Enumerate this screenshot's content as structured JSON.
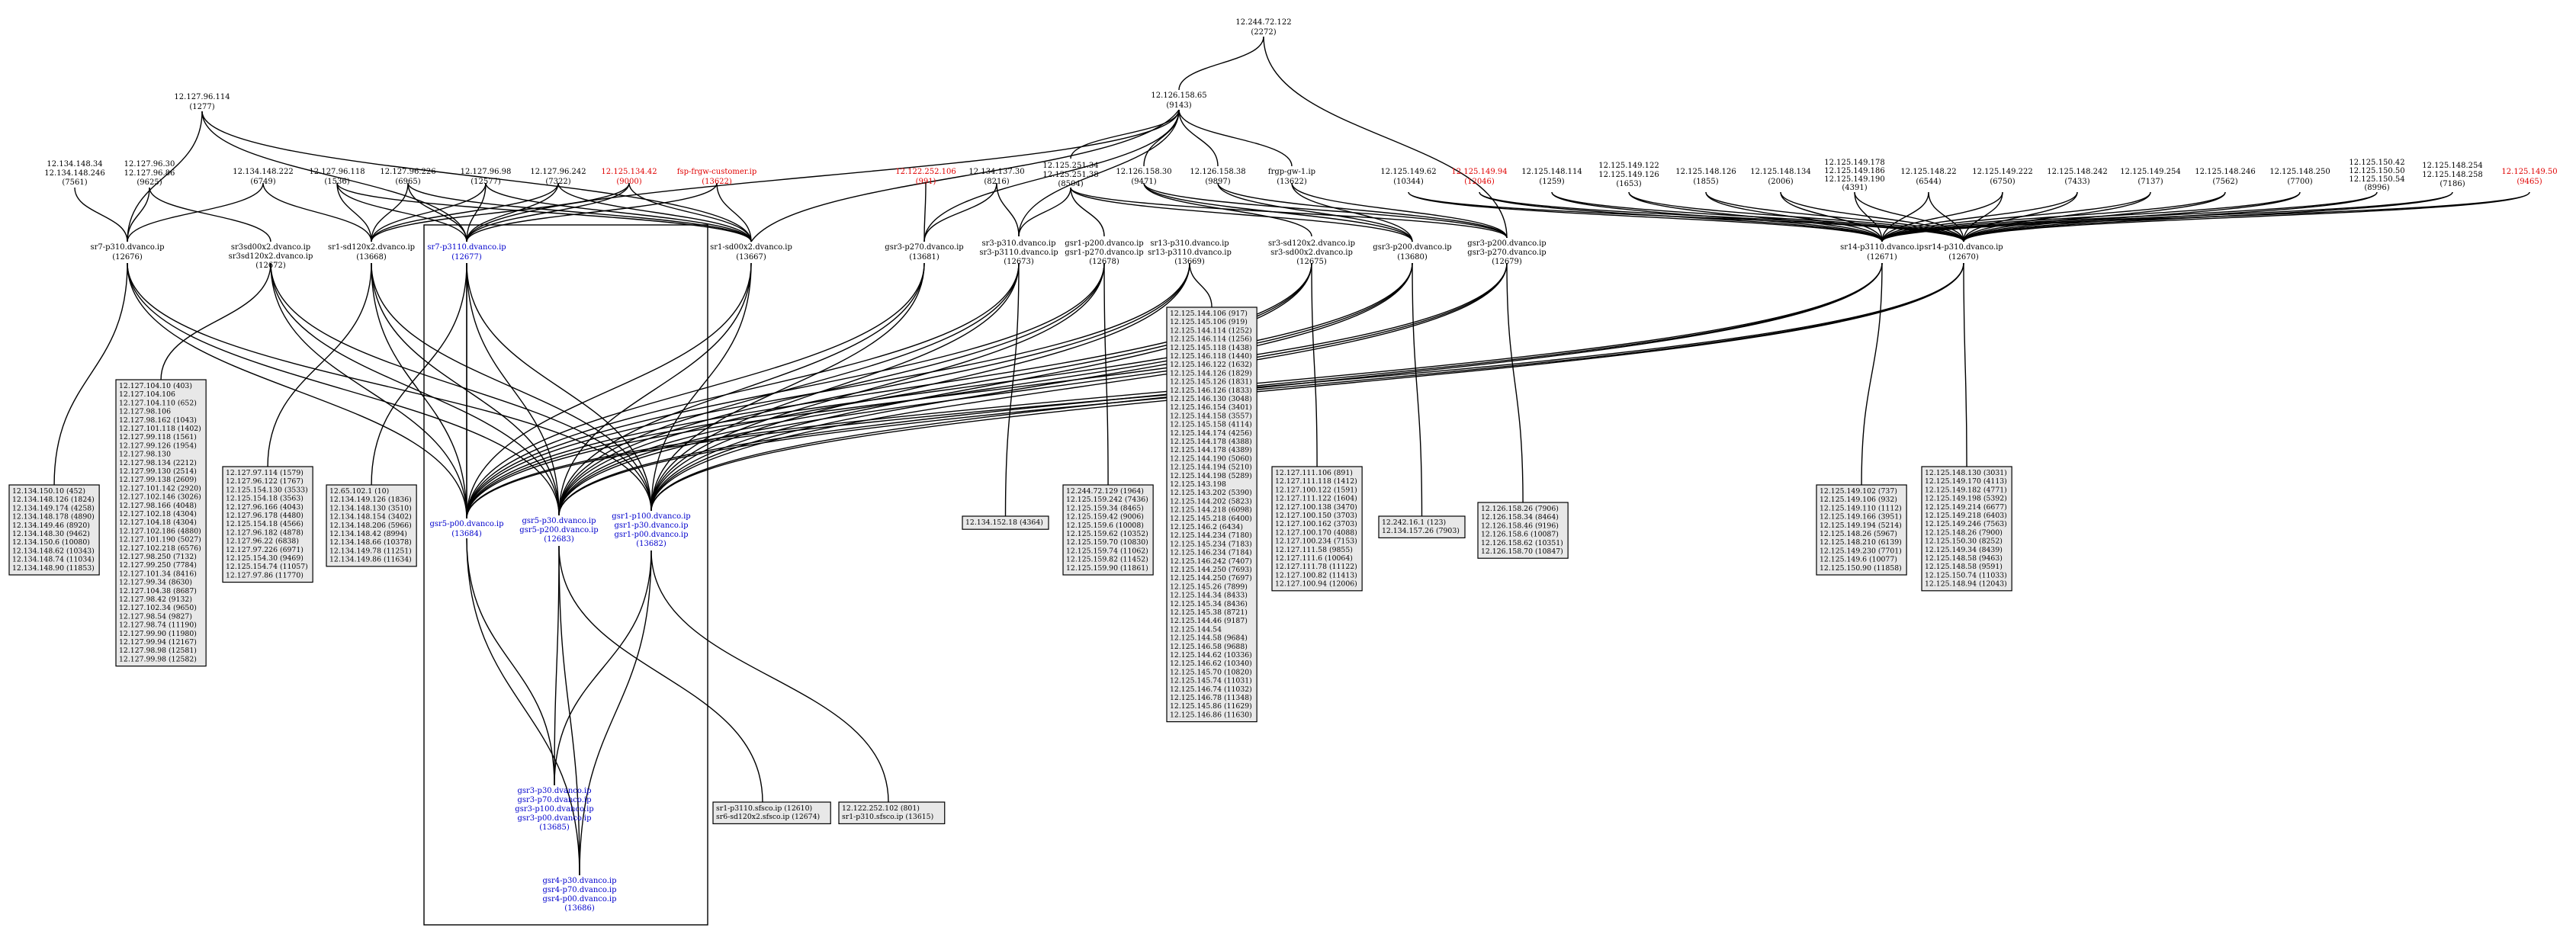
{
  "nodes": [
    {
      "id": "root",
      "lines": [
        "12.244.72.122",
        "(2272)"
      ],
      "color": "black"
    },
    {
      "id": "h9143",
      "lines": [
        "12.126.158.65",
        "(9143)"
      ],
      "color": "black"
    },
    {
      "id": "h1277",
      "lines": [
        "12.127.96.114",
        "(1277)"
      ],
      "color": "black"
    },
    {
      "id": "h7561",
      "lines": [
        "12.134.148.34",
        "12.134.148.246",
        "(7561)"
      ],
      "color": "black"
    },
    {
      "id": "h9625",
      "lines": [
        "12.127.96.30",
        "12.127.96.86",
        "(9625)"
      ],
      "color": "black"
    },
    {
      "id": "h6749",
      "lines": [
        "12.134.148.222",
        "(6749)"
      ],
      "color": "black"
    },
    {
      "id": "h1536",
      "lines": [
        "12.127.96.118",
        "(1536)"
      ],
      "color": "black"
    },
    {
      "id": "h6965",
      "lines": [
        "12.127.96.226",
        "(6965)"
      ],
      "color": "black"
    },
    {
      "id": "h12577",
      "lines": [
        "12.127.96.98",
        "(12577)"
      ],
      "color": "black"
    },
    {
      "id": "h7322",
      "lines": [
        "12.127.96.242",
        "(7322)"
      ],
      "color": "black"
    },
    {
      "id": "h9000",
      "lines": [
        "12.125.134.42",
        "(9000)"
      ],
      "color": "red"
    },
    {
      "id": "h13622",
      "lines": [
        "fsp-frgw-customer.ip",
        "(13622)"
      ],
      "color": "red"
    },
    {
      "id": "h991",
      "lines": [
        "12.122.252.106",
        "(991)"
      ],
      "color": "red"
    },
    {
      "id": "h8216",
      "lines": [
        "12.134.137.30",
        "(8216)"
      ],
      "color": "black"
    },
    {
      "id": "h8504",
      "lines": [
        "12.125.251.34",
        "12.125.251.38",
        "(8504)"
      ],
      "color": "black"
    },
    {
      "id": "h9471",
      "lines": [
        "12.126.158.30",
        "(9471)"
      ],
      "color": "black"
    },
    {
      "id": "h9897",
      "lines": [
        "12.126.158.38",
        "(9897)"
      ],
      "color": "black"
    },
    {
      "id": "h13622b",
      "lines": [
        "frgp-gw-1.ip",
        "(13622)"
      ],
      "color": "black"
    },
    {
      "id": "h10344",
      "lines": [
        "12.125.149.62",
        "(10344)"
      ],
      "color": "black"
    },
    {
      "id": "h12046",
      "lines": [
        "12.125.149.94",
        "(12046)"
      ],
      "color": "red"
    },
    {
      "id": "h1259",
      "lines": [
        "12.125.148.114",
        "(1259)"
      ],
      "color": "black"
    },
    {
      "id": "h1653",
      "lines": [
        "12.125.149.122",
        "12.125.149.126",
        "(1653)"
      ],
      "color": "black"
    },
    {
      "id": "h1855",
      "lines": [
        "12.125.148.126",
        "(1855)"
      ],
      "color": "black"
    },
    {
      "id": "h2006",
      "lines": [
        "12.125.148.134",
        "(2006)"
      ],
      "color": "black"
    },
    {
      "id": "h4391",
      "lines": [
        "12.125.149.178",
        "12.125.149.186",
        "12.125.149.190",
        "(4391)"
      ],
      "color": "black"
    },
    {
      "id": "h6544",
      "lines": [
        "12.125.148.22",
        "(6544)"
      ],
      "color": "black"
    },
    {
      "id": "h6750",
      "lines": [
        "12.125.149.222",
        "(6750)"
      ],
      "color": "black"
    },
    {
      "id": "h7433",
      "lines": [
        "12.125.148.242",
        "(7433)"
      ],
      "color": "black"
    },
    {
      "id": "h7137",
      "lines": [
        "12.125.149.254",
        "(7137)"
      ],
      "color": "black"
    },
    {
      "id": "h7562",
      "lines": [
        "12.125.148.246",
        "(7562)"
      ],
      "color": "black"
    },
    {
      "id": "h7700",
      "lines": [
        "12.125.148.250",
        "(7700)"
      ],
      "color": "black"
    },
    {
      "id": "h8996",
      "lines": [
        "12.125.150.42",
        "12.125.150.50",
        "12.125.150.54",
        "(8996)"
      ],
      "color": "black"
    },
    {
      "id": "h7186",
      "lines": [
        "12.125.148.254",
        "12.125.148.258",
        "(7186)"
      ],
      "color": "black"
    },
    {
      "id": "h9465",
      "lines": [
        "12.125.149.50",
        "(9465)"
      ],
      "color": "red"
    },
    {
      "id": "r12676",
      "lines": [
        "sr7-p310.dvanco.ip",
        "(12676)"
      ],
      "color": "black"
    },
    {
      "id": "r12672",
      "lines": [
        "sr3sd00x2.dvanco.ip",
        "sr3sd120x2.dvanco.ip",
        "(12672)"
      ],
      "color": "black"
    },
    {
      "id": "r13668",
      "lines": [
        "sr1-sd120x2.dvanco.ip",
        "(13668)"
      ],
      "color": "black"
    },
    {
      "id": "r12677",
      "lines": [
        "sr7-p3110.dvanco.ip",
        "(12677)"
      ],
      "color": "blue"
    },
    {
      "id": "r13667",
      "lines": [
        "sr1-sd00x2.dvanco.ip",
        "(13667)"
      ],
      "color": "black"
    },
    {
      "id": "r13681",
      "lines": [
        "gsr3-p270.dvanco.ip",
        "(13681)"
      ],
      "color": "black"
    },
    {
      "id": "r12673",
      "lines": [
        "sr3-p310.dvanco.ip",
        "sr3-p3110.dvanco.ip",
        "(12673)"
      ],
      "color": "black"
    },
    {
      "id": "r12678",
      "lines": [
        "gsr1-p200.dvanco.ip",
        "gsr1-p270.dvanco.ip",
        "(12678)"
      ],
      "color": "black"
    },
    {
      "id": "r13669",
      "lines": [
        "sr13-p310.dvanco.ip",
        "sr13-p3110.dvanco.ip",
        "(13669)"
      ],
      "color": "black"
    },
    {
      "id": "r12675",
      "lines": [
        "sr3-sd120x2.dvanco.ip",
        "sr3-sd00x2.dvanco.ip",
        "(12675)"
      ],
      "color": "black"
    },
    {
      "id": "r13680",
      "lines": [
        "gsr3-p200.dvanco.ip",
        "(13680)"
      ],
      "color": "black"
    },
    {
      "id": "r12679",
      "lines": [
        "gsr3-p200.dvanco.ip",
        "gsr3-p270.dvanco.ip",
        "(12679)"
      ],
      "color": "black"
    },
    {
      "id": "r12671",
      "lines": [
        "sr14-p3110.dvanco.ip",
        "(12671)"
      ],
      "color": "black"
    },
    {
      "id": "r12670",
      "lines": [
        "sr14-p310.dvanco.ip",
        "(12670)"
      ],
      "color": "black"
    },
    {
      "id": "c13684",
      "lines": [
        "gsr5-p00.dvanco.ip",
        "(13684)"
      ],
      "color": "blue"
    },
    {
      "id": "c12683",
      "lines": [
        "gsr5-p30.dvanco.ip",
        "gsr5-p200.dvanco.ip",
        "(12683)"
      ],
      "color": "blue"
    },
    {
      "id": "c13682",
      "lines": [
        "gsr1-p100.dvanco.ip",
        "gsr1-p30.dvanco.ip",
        "gsr1-p00.dvanco.ip",
        "(13682)"
      ],
      "color": "blue"
    },
    {
      "id": "c13685",
      "lines": [
        "gsr3-p30.dvanco.ip",
        "gsr3-p70.dvanco.ip",
        "gsr3-p100.dvanco.ip",
        "gsr3-p00.dvanco.ip",
        "(13685)"
      ],
      "color": "blue"
    },
    {
      "id": "c13686",
      "lines": [
        "gsr4-p30.dvanco.ip",
        "gsr4-p70.dvanco.ip",
        "gsr4-p00.dvanco.ip",
        "(13686)"
      ],
      "color": "blue"
    }
  ],
  "boxes": [
    {
      "id": "b1",
      "lines": [
        "12.134.150.10 (452)",
        "12.134.148.126 (1824)",
        "12.134.149.174 (4258)",
        "12.134.148.178 (4890)",
        "12.134.149.46 (8920)",
        "12.134.148.30 (9462)",
        "12.134.150.6 (10080)",
        "12.134.148.62 (10343)",
        "12.134.148.74 (11034)",
        "12.134.148.90 (11853)"
      ]
    },
    {
      "id": "b2",
      "lines": [
        "12.127.104.10 (403)",
        "12.127.104.106",
        "12.127.104.110 (652)",
        "12.127.98.106",
        "12.127.98.162 (1043)",
        "12.127.101.118 (1402)",
        "12.127.99.118 (1561)",
        "12.127.99.126 (1954)",
        "12.127.98.130",
        "12.127.98.134 (2212)",
        "12.127.99.130 (2514)",
        "12.127.99.138 (2609)",
        "12.127.101.142 (2920)",
        "12.127.102.146 (3026)",
        "12.127.98.166 (4048)",
        "12.127.102.18 (4304)",
        "12.127.104.18 (4304)",
        "12.127.102.186 (4880)",
        "12.127.101.190 (5027)",
        "12.127.102.218 (6576)",
        "12.127.98.250 (7132)",
        "12.127.99.250 (7784)",
        "12.127.101.34 (8416)",
        "12.127.99.34 (8630)",
        "12.127.104.38 (8687)",
        "12.127.98.42 (9132)",
        "12.127.102.34 (9650)",
        "12.127.98.54 (9827)",
        "12.127.98.74 (11190)",
        "12.127.99.90 (11980)",
        "12.127.99.94 (12167)",
        "12.127.98.98 (12581)",
        "12.127.99.98 (12582)"
      ]
    },
    {
      "id": "b3",
      "lines": [
        "12.127.97.114 (1579)",
        "12.127.96.122 (1767)",
        "12.125.154.130 (3533)",
        "12.125.154.18 (3563)",
        "12.127.96.166 (4043)",
        "12.127.96.178 (4480)",
        "12.125.154.18 (4566)",
        "12.127.96.182 (4878)",
        "12.127.96.22 (6838)",
        "12.127.97.226 (6971)",
        "12.125.154.30 (9469)",
        "12.125.154.74 (11057)",
        "12.127.97.86 (11770)"
      ]
    },
    {
      "id": "b4",
      "lines": [
        "12.65.102.1 (10)",
        "12.134.149.126 (1836)",
        "12.134.148.130 (3510)",
        "12.134.148.154 (3402)",
        "12.134.148.206 (5966)",
        "12.134.148.42 (8994)",
        "12.134.148.66 (10378)",
        "12.134.149.78 (11251)",
        "12.134.149.86 (11634)"
      ]
    },
    {
      "id": "b5",
      "lines": [
        "12.134.152.18 (4364)"
      ]
    },
    {
      "id": "b6",
      "lines": [
        "12.244.72.129 (1964)",
        "12.125.159.242 (7436)",
        "12.125.159.34 (8465)",
        "12.125.159.42 (9006)",
        "12.125.159.6 (10008)",
        "12.125.159.62 (10352)",
        "12.125.159.70 (10830)",
        "12.125.159.74 (11062)",
        "12.125.159.82 (11452)",
        "12.125.159.90 (11861)"
      ]
    },
    {
      "id": "b7",
      "lines": [
        "12.125.144.106 (917)",
        "12.125.145.106 (919)",
        "12.125.144.114 (1252)",
        "12.125.146.114 (1256)",
        "12.125.145.118 (1438)",
        "12.125.146.118 (1440)",
        "12.125.146.122 (1632)",
        "12.125.144.126 (1829)",
        "12.125.145.126 (1831)",
        "12.125.146.126 (1833)",
        "12.125.146.130 (3048)",
        "12.125.146.154 (3401)",
        "12.125.144.158 (3557)",
        "12.125.145.158 (4114)",
        "12.125.144.174 (4256)",
        "12.125.144.178 (4388)",
        "12.125.144.178 (4389)",
        "12.125.144.190 (5060)",
        "12.125.144.194 (5210)",
        "12.125.144.198 (5289)",
        "12.125.143.198",
        "12.125.143.202 (5390)",
        "12.125.144.202 (5823)",
        "12.125.144.218 (6098)",
        "12.125.145.218 (6400)",
        "12.125.146.2 (6434)",
        "12.125.144.234 (7180)",
        "12.125.145.234 (7183)",
        "12.125.146.234 (7184)",
        "12.125.146.242 (7407)",
        "12.125.144.250 (7693)",
        "12.125.144.250 (7697)",
        "12.125.145.26 (7899)",
        "12.125.144.34 (8433)",
        "12.125.145.34 (8436)",
        "12.125.145.38 (8721)",
        "12.125.144.46 (9187)",
        "12.125.144.54",
        "12.125.144.58 (9684)",
        "12.125.146.58 (9688)",
        "12.125.144.62 (10336)",
        "12.125.146.62 (10340)",
        "12.125.145.70 (10820)",
        "12.125.145.74 (11031)",
        "12.125.146.74 (11032)",
        "12.125.146.78 (11348)",
        "12.125.145.86 (11629)",
        "12.125.146.86 (11630)"
      ]
    },
    {
      "id": "b8",
      "lines": [
        "12.127.111.106 (891)",
        "12.127.111.118 (1412)",
        "12.127.100.122 (1591)",
        "12.127.111.122 (1604)",
        "12.127.100.138 (3470)",
        "12.127.100.150 (3703)",
        "12.127.100.162 (3703)",
        "12.127.100.170 (4088)",
        "12.127.100.234 (7153)",
        "12.127.111.58 (9855)",
        "12.127.111.6 (10064)",
        "12.127.111.78 (11122)",
        "12.127.100.82 (11413)",
        "12.127.100.94 (12006)"
      ]
    },
    {
      "id": "b9",
      "lines": [
        "12.242.16.1 (123)",
        "12.134.157.26 (7903)"
      ]
    },
    {
      "id": "b10",
      "lines": [
        "12.126.158.26 (7906)",
        "12.126.158.34 (8464)",
        "12.126.158.46 (9196)",
        "12.126.158.6 (10087)",
        "12.126.158.62 (10351)",
        "12.126.158.70 (10847)"
      ]
    },
    {
      "id": "b11",
      "lines": [
        "12.125.149.102 (737)",
        "12.125.149.106 (932)",
        "12.125.149.110 (1112)",
        "12.125.149.166 (3951)",
        "12.125.149.194 (5214)",
        "12.125.148.26 (5967)",
        "12.125.148.210 (6139)",
        "12.125.149.230 (7701)",
        "12.125.149.6 (10077)",
        "12.125.150.90 (11858)"
      ]
    },
    {
      "id": "b12",
      "lines": [
        "12.125.148.130 (3031)",
        "12.125.149.170 (4113)",
        "12.125.149.182 (4771)",
        "12.125.149.198 (5392)",
        "12.125.149.214 (6677)",
        "12.125.149.218 (6403)",
        "12.125.149.246 (7563)",
        "12.125.148.26 (7900)",
        "12.125.150.30 (8252)",
        "12.125.149.34 (8439)",
        "12.125.148.58 (9463)",
        "12.125.148.58 (9591)",
        "12.125.150.74 (11033)",
        "12.125.148.94 (12043)"
      ]
    },
    {
      "id": "b13",
      "lines": [
        "sr1-p3110.sfsco.ip (12610)",
        "sr6-sd120x2.sfsco.ip (12674)"
      ]
    },
    {
      "id": "b14",
      "lines": [
        "12.122.252.102 (801)",
        "sr1-p310.sfsco.ip (13615)"
      ]
    }
  ]
}
